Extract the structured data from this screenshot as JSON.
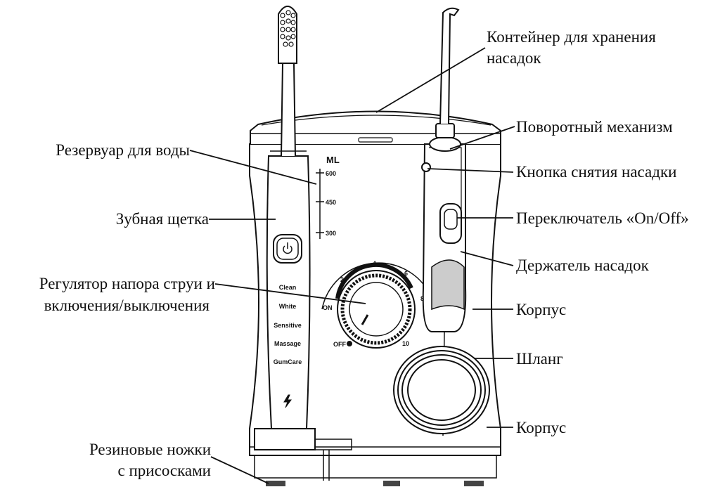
{
  "labels": {
    "container": [
      "Контейнер для хранения",
      "насадок"
    ],
    "rotary": "Поворотный механизм",
    "release_button": "Кнопка снятия насадки",
    "switch": "Переключатель «On/Off»",
    "holder": "Держатель насадок",
    "body_upper": "Корпус",
    "hose": "Шланг",
    "body_lower": "Корпус",
    "reservoir": "Резервуар для воды",
    "toothbrush": "Зубная щетка",
    "regulator": [
      "Регулятор напора струи и",
      "включения/выключения"
    ],
    "feet": [
      "Резиновые ножки",
      "с присосками"
    ]
  },
  "device": {
    "scale_unit": "ML",
    "scale_marks": [
      "600",
      "450",
      "300"
    ],
    "brush_modes": [
      "Clean",
      "White",
      "Sensitive",
      "Massage",
      "GumCare"
    ],
    "dial_on": "ON",
    "dial_off": "OFF",
    "dial_numbers": [
      "2",
      "4",
      "6",
      "8",
      "10"
    ]
  }
}
